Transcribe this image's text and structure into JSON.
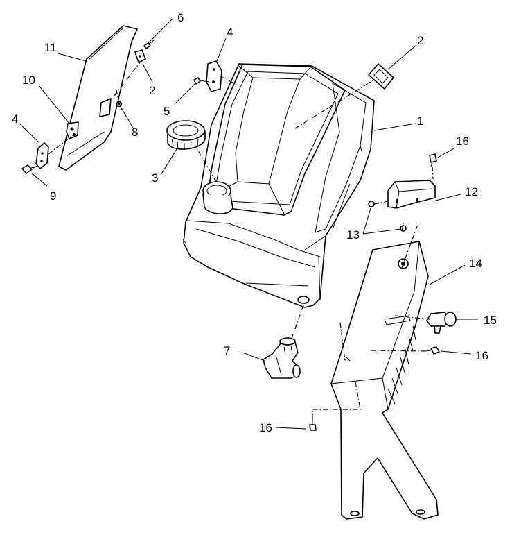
{
  "callouts": {
    "c1": "1",
    "c2a": "2",
    "c2b": "2",
    "c3": "3",
    "c4a": "4",
    "c4b": "4",
    "c5": "5",
    "c6": "6",
    "c7": "7",
    "c8": "8",
    "c9": "9",
    "c10": "10",
    "c11": "11",
    "c12": "12",
    "c13": "13",
    "c14": "14",
    "c15": "15",
    "c16a": "16",
    "c16b": "16",
    "c16c": "16"
  },
  "colors": {
    "line": "#000000",
    "background": "#ffffff"
  }
}
